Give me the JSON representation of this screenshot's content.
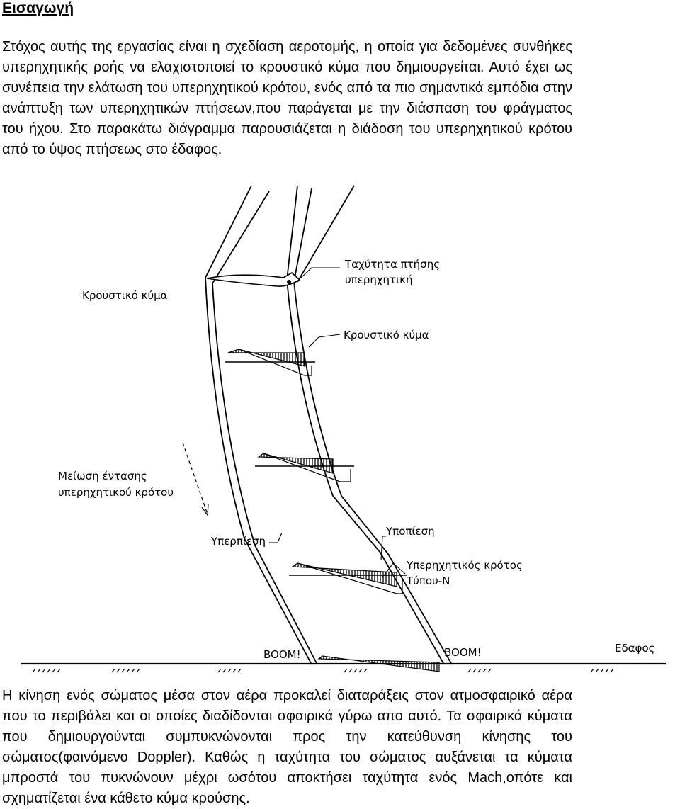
{
  "heading": "Εισαγωγή",
  "intro_paragraph": "Στόχος αυτής της εργασίας είναι η σχεδίαση αεροτομής, η οποία για δεδομένες συνθήκες υπερηχητικής ροής να ελαχιστοποιεί το κρουστικό κύμα που δημιουργείται. Αυτό έχει ως συνέπεια την ελάτωση του υπερηχητικού κρότου, ενός από τα πιο σημαντικά εμπόδια στην ανάπτυξη των υπερηχητικών πτήσεων,που παράγεται με την διάσπαση του φράγματος του ήχου. Στο παρακάτω διάγραμμα παρουσιάζεται η διάδοση του υπερηχητικού κρότου από το ύψος πτήσεως στο έδαφος.",
  "diagram": {
    "labels": {
      "flight_speed_1": "Ταχύτητα πτήσης",
      "flight_speed_2": "υπερηχητική",
      "shock_wave_left": "Κρουστικό κύμα",
      "shock_wave_right": "Κρουστικό κύμα",
      "intensity_reduction_1": "Μείωση έντασης",
      "intensity_reduction_2": "υπερηχητικού κρότου",
      "overpressure": "Υπερπίεση",
      "underpressure": "Υποπίεση",
      "n_boom_1": "Υπερηχητικός κρότος",
      "n_boom_2": "Τύπου-Ν",
      "boom_left": "BOOM!",
      "boom_right": "BOOM!",
      "ground": "Εδαφος"
    }
  },
  "closing_paragraph": "Η κίνηση ενός σώματος μέσα στον αέρα προκαλεί διαταράξεις στον ατμοσφαιρικό αέρα που το περιβάλει και οι οποίες διαδίδονται σφαιρικά γύρω απο αυτό. Τα σφαιρικά κύματα που δημιουργούνται συμπυκνώνονται προς την κατεύθυνση κίνησης του σώματος(φαινόμενο Doppler). Καθώς η ταχύτητα του σώματος αυξάνεται τα κύματα μπροστά του πυκνώνουν μέχρι ωσότου αποκτήσει ταχύτητα ενός Mach,οπότε και σχηματίζεται ένα κάθετο κύμα κρούσης."
}
